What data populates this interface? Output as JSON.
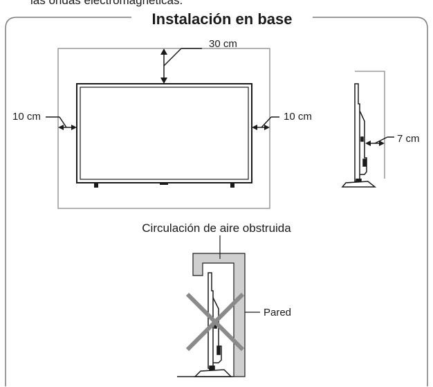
{
  "top_cut_text": "las ondas electromagnéticas.",
  "title": "Instalación en base",
  "labels": {
    "top_clearance": "30 cm",
    "left_clearance": "10 cm",
    "right_clearance": "10 cm",
    "rear_clearance": "7 cm",
    "obstructed_caption": "Circulación de aire obstruida",
    "wall": "Pared"
  },
  "colors": {
    "clearance_box": "#9a9a9a",
    "wall_fill": "#cfcfcf",
    "cross": "#8a8a8a",
    "line": "#1a1a1a"
  },
  "icons": [
    "double-arrow-icon",
    "prohibited-cross-icon"
  ]
}
